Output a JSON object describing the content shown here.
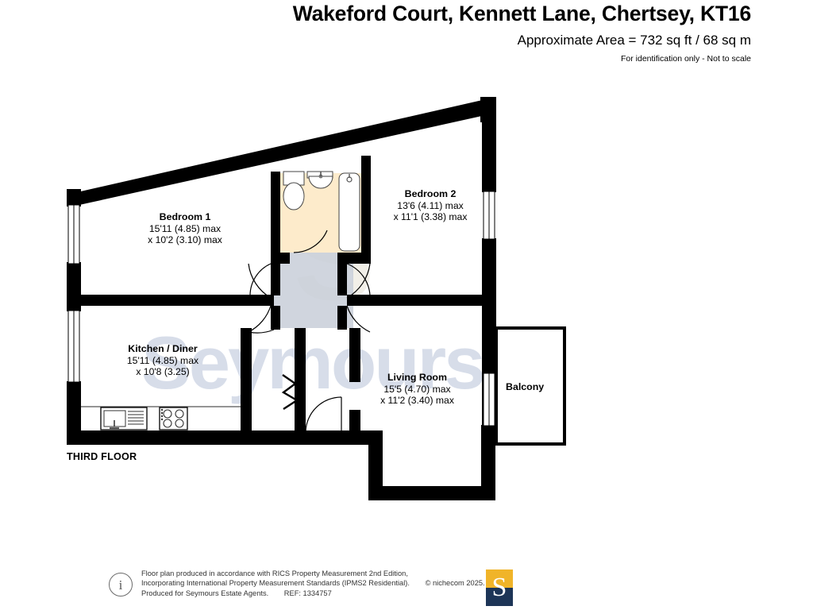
{
  "header": {
    "title": "Wakeford Court, Kennett Lane, Chertsey, KT16",
    "area": "Approximate Area = 732 sq ft / 68 sq m",
    "disclaimer": "For identification only - Not to scale"
  },
  "floor_label": "THIRD FLOOR",
  "watermark": "Seymours",
  "rooms": [
    {
      "name": "Bedroom 1",
      "dim1": "15'11 (4.85) max",
      "dim2": "x 10'2 (3.10) max"
    },
    {
      "name": "Bedroom 2",
      "dim1": "13'6 (4.11) max",
      "dim2": "x 11'1 (3.38) max"
    },
    {
      "name": "Kitchen / Diner",
      "dim1": "15'11 (4.85) max",
      "dim2": "x 10'8 (3.25)"
    },
    {
      "name": "Living Room",
      "dim1": "15'5 (4.70) max",
      "dim2": "x 11'2 (3.40) max"
    }
  ],
  "balcony": {
    "name": "Balcony"
  },
  "footer": {
    "line1": "Floor plan produced in accordance with RICS Property Measurement 2nd Edition,",
    "line2": "Incorporating International Property Measurement Standards (IPMS2 Residential).",
    "copyright": "© nichecom 2025.",
    "line3": "Produced for Seymours Estate Agents.",
    "ref": "REF: 1334757",
    "info_glyph": "i",
    "logo_letter": "S"
  },
  "colors": {
    "wall": "#000000",
    "bathroom_tint": "#fdebcb",
    "hall_tint": "#c8ced8",
    "watermark": "#ccd4e4",
    "logo_gold": "#f0b429",
    "logo_navy": "#1d3557"
  }
}
